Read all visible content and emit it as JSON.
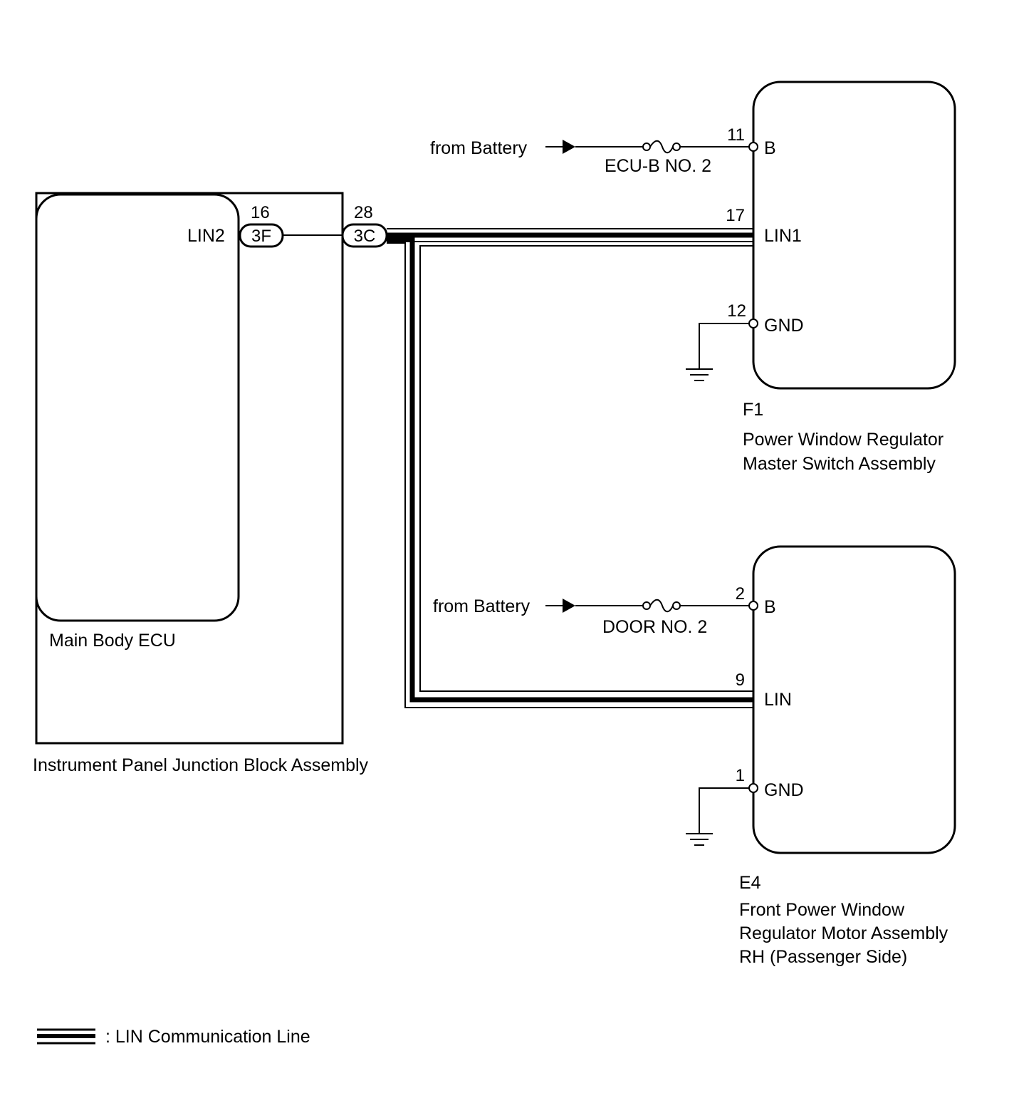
{
  "junction_block": {
    "name": "Instrument Panel Junction Block Assembly",
    "ecu_name": "Main Body ECU",
    "terminal": "LIN2",
    "inner_pin": "16",
    "inner_connector": "3F",
    "outer_pin": "28",
    "outer_connector": "3C"
  },
  "master_switch": {
    "code": "F1",
    "name_line1": "Power Window Regulator",
    "name_line2": "Master Switch Assembly",
    "battery_source": "from Battery",
    "fuse": "ECU-B NO. 2",
    "b_pin": "11",
    "b_terminal": "B",
    "lin_pin": "17",
    "lin_terminal": "LIN1",
    "gnd_pin": "12",
    "gnd_terminal": "GND"
  },
  "motor_assembly": {
    "code": "E4",
    "name_line1": "Front Power Window",
    "name_line2": "Regulator Motor Assembly",
    "name_line3": "RH (Passenger Side)",
    "battery_source": "from Battery",
    "fuse": "DOOR NO. 2",
    "b_pin": "2",
    "b_terminal": "B",
    "lin_pin": "9",
    "lin_terminal": "LIN",
    "gnd_pin": "1",
    "gnd_terminal": "GND"
  },
  "legend": {
    "label": ": LIN Communication Line"
  }
}
